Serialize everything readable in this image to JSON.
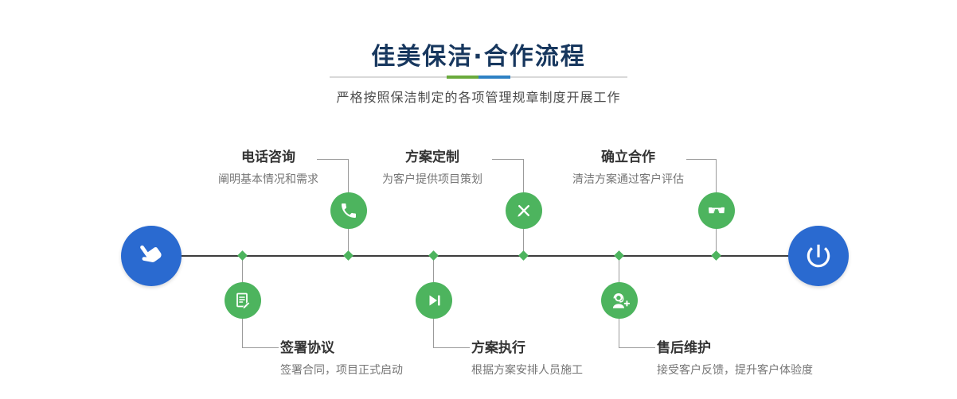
{
  "header": {
    "title": "佳美保洁·合作流程",
    "subtitle": "严格按照保洁制定的各项管理规章制度开展工作"
  },
  "flow": {
    "start_icon": "hand-pointer-icon",
    "end_icon": "power-icon",
    "steps_top": [
      {
        "title": "电话咨询",
        "desc": "阐明基本情况和需求",
        "icon": "phone-icon"
      },
      {
        "title": "方案定制",
        "desc": "为客户提供项目策划",
        "icon": "design-icon"
      },
      {
        "title": "确立合作",
        "desc": "清洁方案通过客户评估",
        "icon": "handshake-icon"
      }
    ],
    "steps_bottom": [
      {
        "title": "签署协议",
        "desc": "签署合同，项目正式启动",
        "icon": "contract-icon"
      },
      {
        "title": "方案执行",
        "desc": "根据方案安排人员施工",
        "icon": "execute-icon"
      },
      {
        "title": "售后维护",
        "desc": "接受客户反馈，提升客户体验度",
        "icon": "support-icon"
      }
    ]
  },
  "colors": {
    "title_text": "#17375e",
    "accent_green": "#4db45e",
    "accent_blue": "#2a6ad0",
    "divider_green": "#6aaa3c",
    "divider_blue": "#2e81c4",
    "timeline_line": "#3d3d3d",
    "connector_line": "#9b9b9b"
  }
}
